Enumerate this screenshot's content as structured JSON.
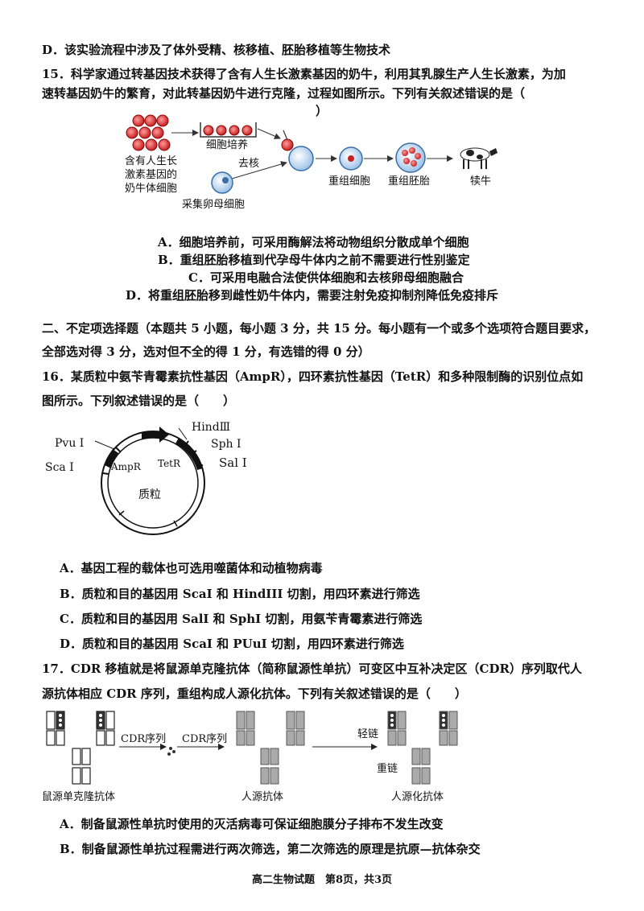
{
  "q14": {
    "option_d": "D．该实验流程中涉及了体外受精、核移植、胚胎移植等生物技术"
  },
  "q15": {
    "stem_line1": "15．科学家通过转基因技术获得了含有人生长激素基因的奶牛，利用其乳腺生产人生长激素，为加",
    "stem_line2": "速转基因奶牛的繁育，对此转基因奶牛进行克隆，过程如图所示。下列有关叙述错误的是（",
    "stem_close": "）",
    "figure": {
      "donor_cell_label": [
        "含有人生长",
        "激素基因的",
        "奶牛体细胞"
      ],
      "culture_label": "细胞培养",
      "enucleate_label": "去核",
      "oocyte_label": "采集卵母细胞",
      "recombinant_cell_label": "重组细胞",
      "recombinant_embryo_label": "重组胚胎",
      "calf_label": "犊牛"
    },
    "options": [
      "A．细胞培养前，可采用酶解法将动物组织分散成单个细胞",
      "B．重组胚胎移植到代孕母牛体内之前不需要进行性别鉴定",
      "C．可采用电融合法使供体细胞和去核卵母细胞融合",
      "D．将重组胚胎移到雌性奶牛体内，需要注射免疫抑制剂降低免疫排斥"
    ]
  },
  "section2": {
    "line1": "二、不定项选择题（本题共 5 小题，每小题 3 分，共 15 分。每小题有一个或多个选项符合题目要求，",
    "line2": "全部选对得 3 分，选对但不全的得 1 分，有选错的得 0 分）"
  },
  "q16": {
    "stem_line1": "16．某质粒中氨苄青霉素抗性基因（AmpR），四环素抗性基因（TetR）和多种限制酶的识别位点如",
    "stem_line2": "图所示。下列叙述错误的是（　　）",
    "figure": {
      "pvu": "Pvu I",
      "sca": "Sca I",
      "hind": "HindⅢ",
      "sph": "Sph I",
      "sal": "Sal I",
      "amp": "AmpR",
      "tet": "TetR",
      "plasmid": "质粒"
    },
    "options": [
      "A．基因工程的载体也可选用噬菌体和动植物病毒",
      "B．质粒和目的基因用 ScaI 和 HindIII 切割，用四环素进行筛选",
      "C．质粒和目的基因用 SalI 和 SphI 切割，用氨苄青霉素进行筛选",
      "D．质粒和目的基因用 ScaI 和 PUuI 切割，用四环素进行筛选"
    ]
  },
  "q17": {
    "stem_line1": "17．CDR 移植就是将鼠源单克隆抗体（简称鼠源性单抗）可变区中互补决定区（CDR）序列取代人",
    "stem_line2": "源抗体相应 CDR 序列，重组构成人源化抗体。下列有关叙述错误的是（　　）",
    "figure": {
      "cdr_label_1": "CDR序列",
      "cdr_label_2": "CDR序列",
      "light_chain": "轻链",
      "heavy_chain": "重链",
      "mouse_ab": "鼠源单克隆抗体",
      "human_ab": "人源抗体",
      "humanized_ab": "人源化抗体"
    },
    "options": [
      "A．制备鼠源性单抗时使用的灭活病毒可保证细胞膜分子排布不发生改变",
      "B．制备鼠源性单抗过程需进行两次筛选，第二次筛选的原理是抗原—抗体杂交"
    ]
  },
  "footer": "高二生物试题　第8页，共3页"
}
